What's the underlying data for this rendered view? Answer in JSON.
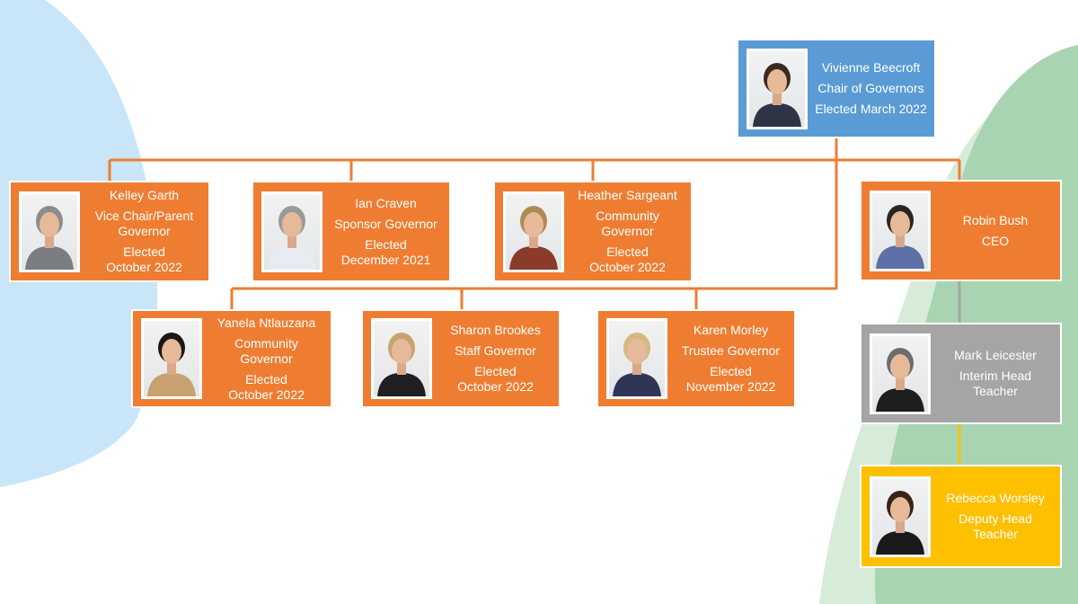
{
  "chart": {
    "people": [
      {
        "id": "vivienne",
        "name": "Vivienne Beecroft",
        "role": "Chair of Governors",
        "elected": "Elected March 2022",
        "color": "#5b9bd5",
        "hair": "#3a2a22",
        "top": "#2c3446"
      },
      {
        "id": "kelley",
        "name": "Kelley Garth",
        "role": "Vice Chair/Parent Governor",
        "elected": "Elected October 2022",
        "color": "#ef7d31",
        "hair": "#8c8c8c",
        "top": "#7a7d82"
      },
      {
        "id": "ian",
        "name": "Ian Craven",
        "role": "Sponsor Governor",
        "elected": "Elected December 2021",
        "color": "#ef7d31",
        "hair": "#9a9a9a",
        "top": "#e8ecf2"
      },
      {
        "id": "heather",
        "name": "Heather Sargeant",
        "role": "Community Governor",
        "elected": "Elected October 2022",
        "color": "#ef7d31",
        "hair": "#b08a55",
        "top": "#8a3b2a"
      },
      {
        "id": "robin",
        "name": "Robin Bush",
        "role": "CEO",
        "elected": "",
        "color": "#ef7d31",
        "hair": "#2b2622",
        "top": "#5f6fa8"
      },
      {
        "id": "yanela",
        "name": "Yanela Ntlauzana",
        "role": "Community Governor",
        "elected": "Elected October 2022",
        "color": "#ef7d31",
        "hair": "#1c1714",
        "top": "#c9a070"
      },
      {
        "id": "sharon",
        "name": "Sharon Brookes",
        "role": "Staff Governor",
        "elected": "Elected October 2022",
        "color": "#ef7d31",
        "hair": "#c7a46e",
        "top": "#1f1f24"
      },
      {
        "id": "karen",
        "name": "Karen Morley",
        "role": "Trustee Governor",
        "elected": "Elected November 2022",
        "color": "#ef7d31",
        "hair": "#d6b780",
        "top": "#2f3556"
      },
      {
        "id": "mark",
        "name": "Mark Leicester",
        "role": "Interim Head Teacher",
        "elected": "",
        "color": "#a5a5a5",
        "hair": "#6d6d6d",
        "top": "#1e1e20"
      },
      {
        "id": "rebecca",
        "name": "Rebecca Worsley",
        "role": "Deputy Head Teacher",
        "elected": "",
        "color": "#ffc000",
        "hair": "#3a2418",
        "top": "#1a1a1c"
      }
    ],
    "colors": {
      "connector_orange": "#ef7d31",
      "connector_grey": "#a5a5a5",
      "connector_yellow": "#ffc000",
      "bg_left": "#c8e6f7",
      "bg_right_light": "#d6ecd9",
      "bg_right_dark": "#a9d4b1"
    }
  }
}
